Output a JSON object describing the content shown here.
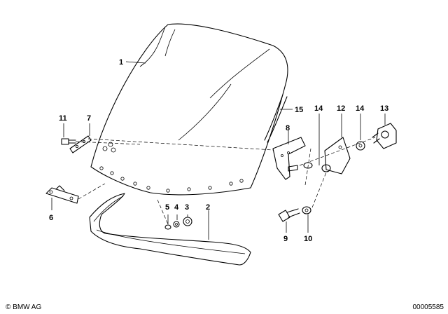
{
  "callouts": {
    "c1": "1",
    "c2": "2",
    "c3": "3",
    "c4": "4",
    "c5": "5",
    "c6": "6",
    "c7": "7",
    "c8": "8",
    "c9": "9",
    "c10": "10",
    "c11": "11",
    "c12": "12",
    "c13": "13",
    "c14a": "14",
    "c14b": "14",
    "c15": "15"
  },
  "footer": {
    "brand": "© BMW AG",
    "doc_number": "00005585"
  }
}
